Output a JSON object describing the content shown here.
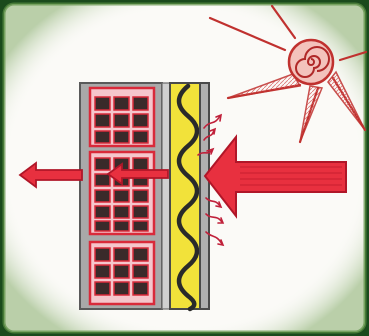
{
  "diagram": {
    "elements": [
      "sun-icon",
      "masonry-wall",
      "insulation-layer",
      "outer-cladding",
      "incoming-heat-arrow",
      "through-wall-arrow",
      "outgoing-heat-arrow",
      "reflected-heat-arrows"
    ]
  },
  "colors": {
    "frame_border": "#1e4a1e",
    "frame_glow": "#4e8a3a",
    "paper": "#fbfaf7",
    "sun_red": "#c0312f",
    "sun_glow": "#e8a098",
    "brick_red": "#d92a3a",
    "wall_grey": "#9a9a9a",
    "block_pink": "#f4b8c0",
    "block_dark": "#3a2a2a",
    "insulation_yellow": "#f2e23a",
    "cladding_grey": "#a8a8a8",
    "arrow_red": "#e0203a"
  }
}
